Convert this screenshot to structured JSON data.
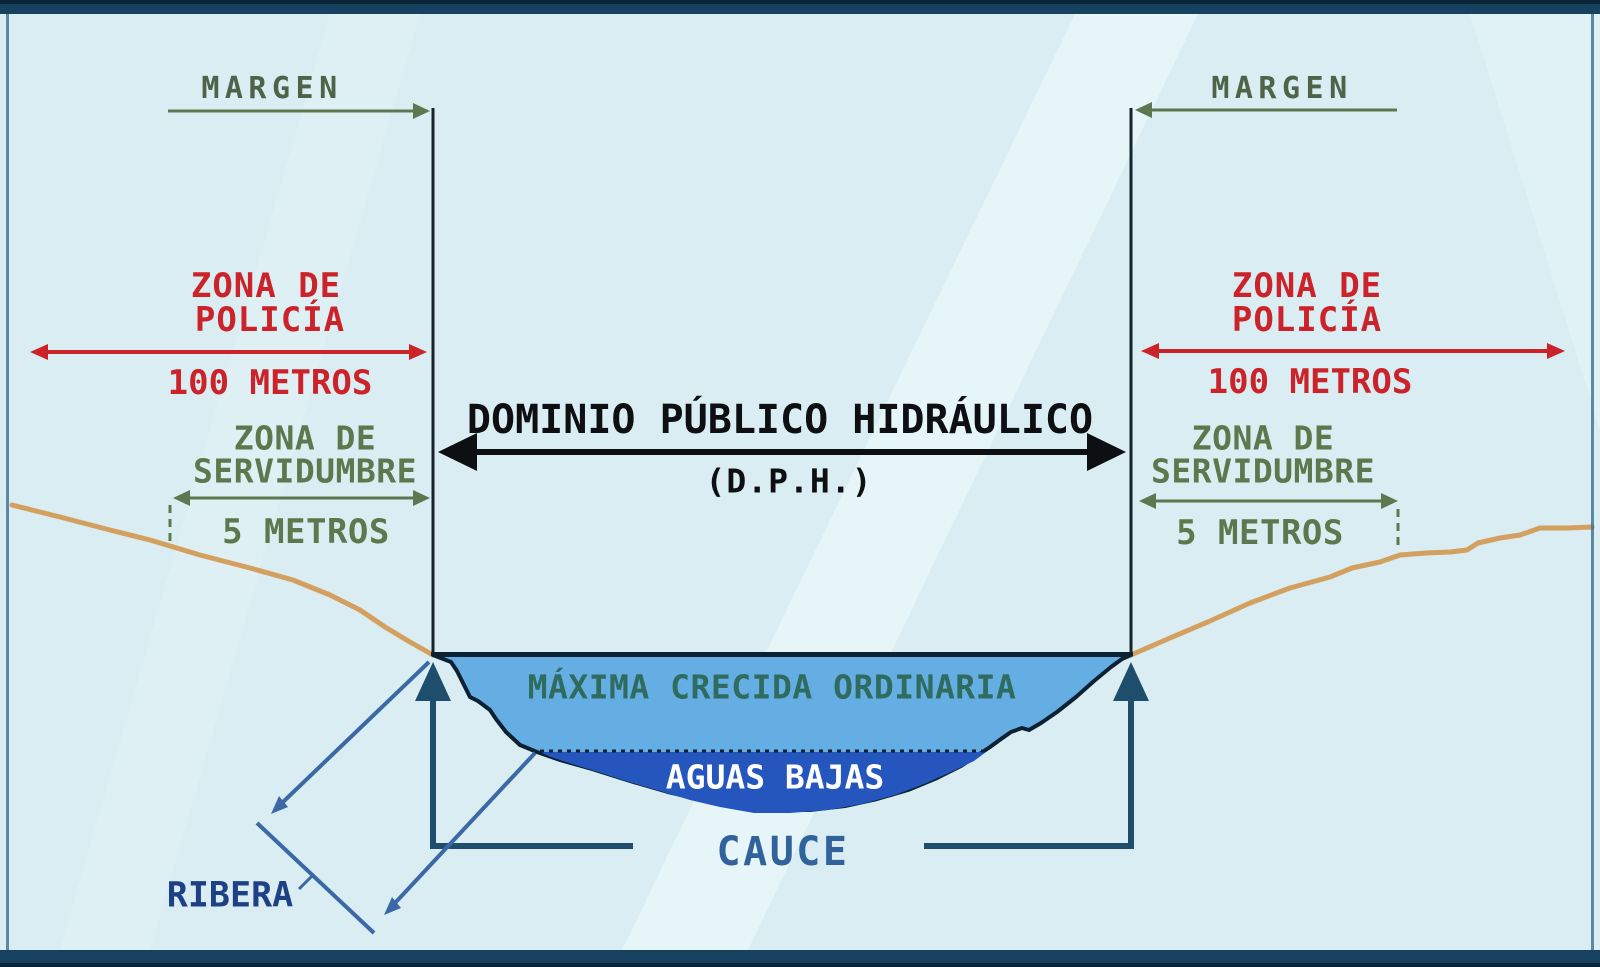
{
  "left_bank": {
    "margen_label": "MARGEN",
    "zona_policia": [
      "ZONA DE",
      "POLICÍA"
    ],
    "policia_distance": "100 METROS",
    "zona_servidumbre": [
      "ZONA DE",
      "SERVIDUMBRE"
    ],
    "servidumbre_distance": "5 METROS"
  },
  "right_bank": {
    "margen_label": "MARGEN",
    "zona_policia": [
      "ZONA DE",
      "POLICÍA"
    ],
    "policia_distance": "100 METROS",
    "zona_servidumbre": [
      "ZONA DE",
      "SERVIDUMBRE"
    ],
    "servidumbre_distance": "5 METROS"
  },
  "center": {
    "dph_title": "DOMINIO PÚBLICO HIDRÁULICO",
    "dph_abbrev": "(D.P.H.)"
  },
  "river": {
    "max_flood_label": "MÁXIMA CRECIDA ORDINARIA",
    "low_water_label": "AGUAS BAJAS",
    "channel_label": "CAUCE",
    "bank_label": "RIBERA"
  },
  "colors": {
    "background": "#d9edf2",
    "frame_navy": "#17425f",
    "police_zone_red": "#cb2329",
    "easement_olive": "#5e784e",
    "margin_olive": "#4f6349",
    "dph_black": "#0d0f12",
    "flood_water_blue": "#64aee3",
    "low_water_blue": "#2456bd",
    "basin_outline": "#0d2134",
    "terrain_tan": "#d4a05f",
    "channel_bracket_blue": "#1f4e6d",
    "bank_arrow_blue": "#3b69a6",
    "bank_label_blue": "#1d4184",
    "channel_label_blue": "#30629b",
    "max_flood_text_teal": "#2f6b5e",
    "low_water_text_white": "#ffffff"
  }
}
